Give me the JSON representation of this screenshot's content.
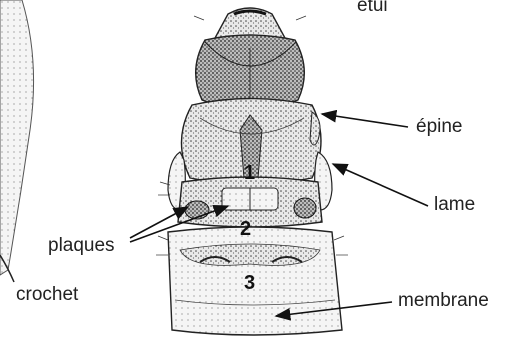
{
  "labels": {
    "etui": "étui",
    "epine": "épine",
    "lame": "lame",
    "plaques": "plaques",
    "crochet": "crochet",
    "membrane": "membrane"
  },
  "segments": {
    "one": "1",
    "two": "2",
    "three": "3"
  },
  "colors": {
    "ink": "#1a1a1a",
    "stipple": "#555555",
    "fill_light": "#f2f2f2",
    "dark_patch": "#2b2b2b"
  }
}
